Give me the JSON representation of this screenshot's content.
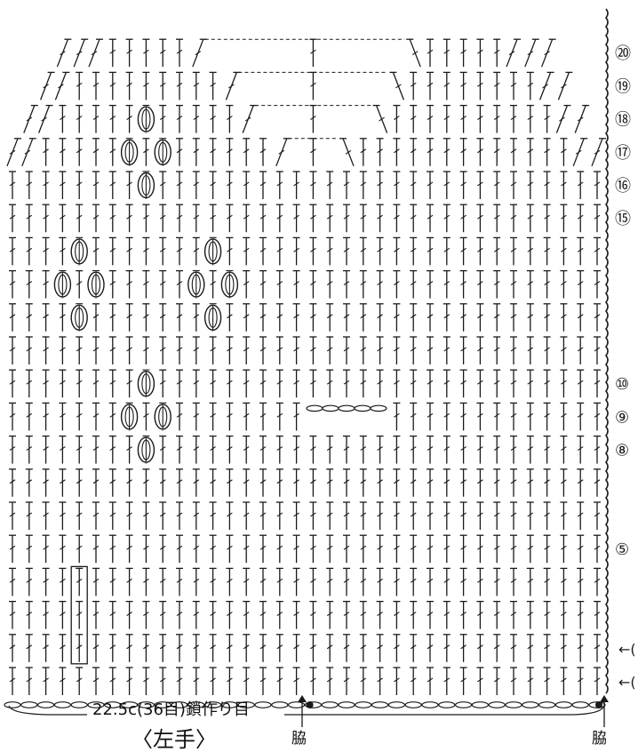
{
  "diagram": {
    "title": "〈左手〉",
    "caption": "22.5c(36目)鎖作り目",
    "stitch_count": 36,
    "row_count": 20,
    "side_label_center": "脇",
    "side_label_right": "脇",
    "row_markers": [
      {
        "row": 20,
        "text": "⑳"
      },
      {
        "row": 19,
        "text": "⑲"
      },
      {
        "row": 18,
        "text": "⑱"
      },
      {
        "row": 17,
        "text": "⑰"
      },
      {
        "row": 16,
        "text": "⑯"
      },
      {
        "row": 15,
        "text": "⑮"
      },
      {
        "row": 10,
        "text": "⑩"
      },
      {
        "row": 9,
        "text": "⑨"
      },
      {
        "row": 8,
        "text": "⑧"
      },
      {
        "row": 5,
        "text": "⑤"
      }
    ],
    "edge_arrows": [
      {
        "row": 2,
        "text": "←("
      },
      {
        "row": 1,
        "text": "←("
      }
    ],
    "colors": {
      "ink": "#1a1a1a",
      "background": "#ffffff"
    }
  }
}
